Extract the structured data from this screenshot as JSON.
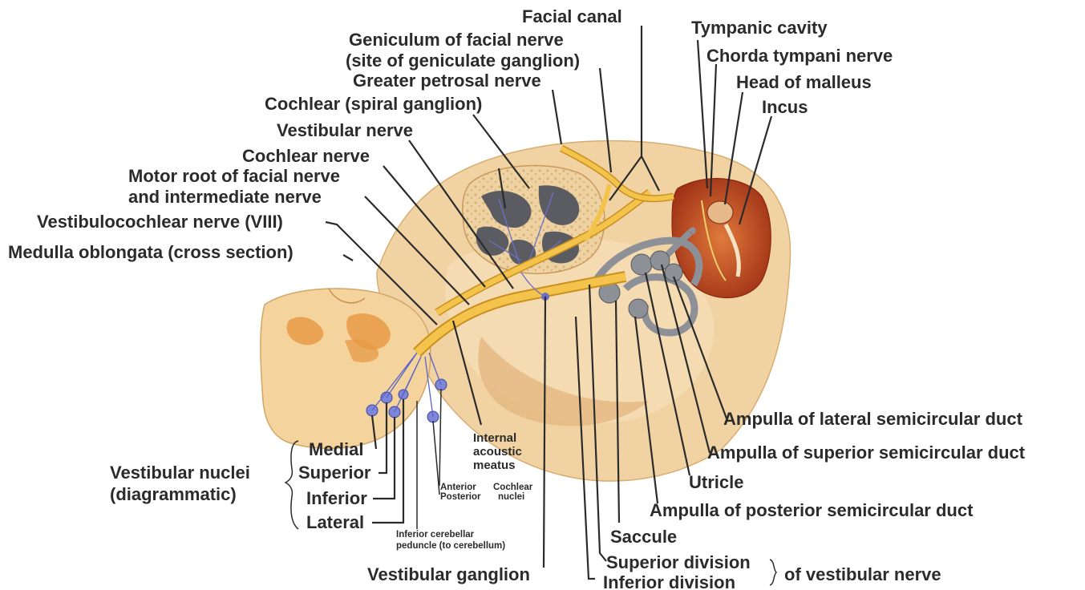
{
  "labels": {
    "facial_canal": "Facial canal",
    "geniculum_1": "Geniculum of facial nerve",
    "geniculum_2": "(site of geniculate ganglion)",
    "greater_petrosal": "Greater petrosal nerve",
    "cochlear_spiral": "Cochlear (spiral ganglion)",
    "vestibular_nerve": "Vestibular nerve",
    "cochlear_nerve": "Cochlear nerve",
    "motor_root_1": "Motor root of facial nerve",
    "motor_root_2": "and intermediate nerve",
    "vestibulocochlear": "Vestibulocochlear nerve (VIII)",
    "medulla": "Medulla oblongata (cross section)",
    "tympanic_cavity": "Tympanic cavity",
    "chorda_tympani": "Chorda tympani nerve",
    "head_malleus": "Head of malleus",
    "incus": "Incus",
    "ampulla_lateral": "Ampulla of lateral semicircular duct",
    "ampulla_superior": "Ampulla of superior semicircular duct",
    "utricle": "Utricle",
    "ampulla_posterior": "Ampulla of posterior semicircular duct",
    "saccule": "Saccule",
    "superior_division": "Superior division",
    "inferior_division": "Inferior division",
    "of_vestibular_nerve": "of vestibular nerve",
    "vestibular_ganglion": "Vestibular ganglion",
    "inferior_peduncle_1": "Inferior cerebellar",
    "inferior_peduncle_2": "peduncle (to cerebellum)",
    "internal_meatus_1": "Internal",
    "internal_meatus_2": "acoustic",
    "internal_meatus_3": "meatus",
    "anterior": "Anterior",
    "posterior": "Posterior",
    "cochlear_nuclei_1": "Cochlear",
    "cochlear_nuclei_2": "nuclei",
    "vestibular_nuclei_1": "Vestibular nuclei",
    "vestibular_nuclei_2": "(diagrammatic)",
    "medial": "Medial",
    "superior": "Superior",
    "inferior": "Inferior",
    "lateral": "Lateral"
  },
  "colors": {
    "bone": "#efd2a2",
    "bone_light": "#f6e2bd",
    "bone_spongy": "#e8c48e",
    "nerve": "#f3c34b",
    "nerve_edge": "#c98f1f",
    "medulla": "#f4d39c",
    "medulla_gray": "#e69a45",
    "labyrinth": "#8d9197",
    "tympanic": "#c04a23",
    "nuclei": "#7d86d8",
    "text": "#2b2b2b"
  }
}
